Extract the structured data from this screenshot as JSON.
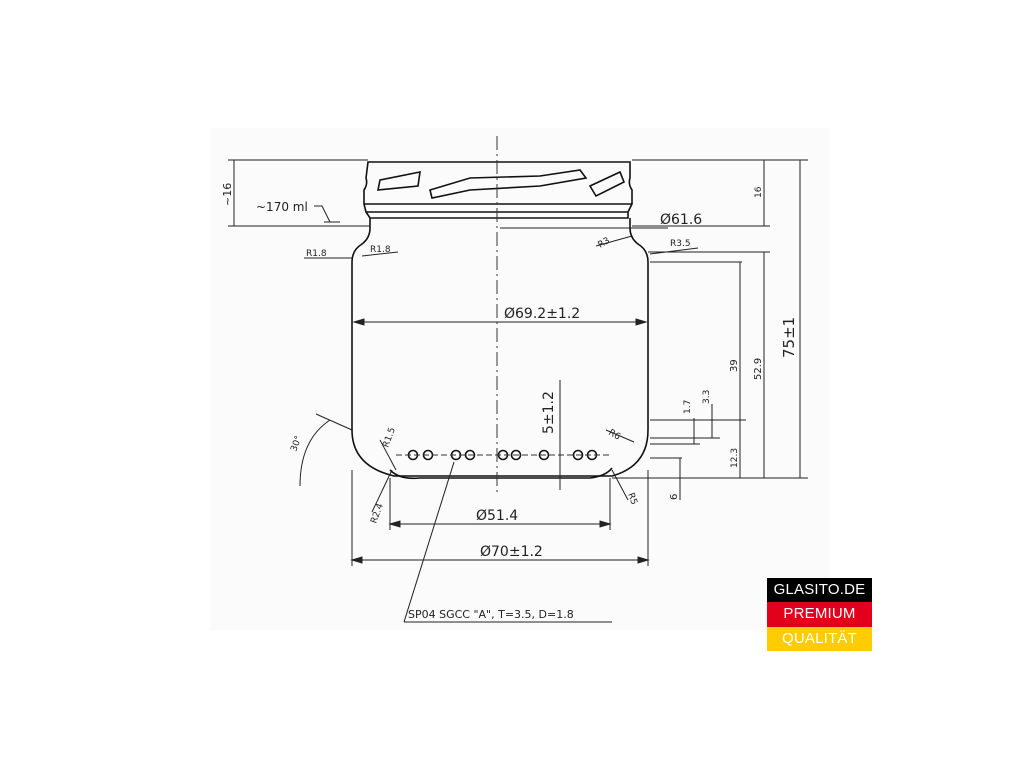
{
  "drawing": {
    "volume": "~170 ml",
    "height_top_left": "~16",
    "height_top_right": "16",
    "total_height": "75±1",
    "h_52_9": "52.9",
    "h_39": "39",
    "h_3_3": "3.3",
    "h_1_7": "1.7",
    "h_12_3": "12.3",
    "h_6": "6",
    "h_5": "5±1.2",
    "dia_top": "Ø61.6",
    "dia_body": "Ø69.2±1.2",
    "dia_base": "Ø51.4",
    "dia_bottom": "Ø70±1.2",
    "radius_1_8a": "R1.8",
    "radius_1_8b": "R1.8",
    "radius_3": "R3",
    "radius_3_5": "R3.5",
    "radius_6": "R6",
    "radius_1_5": "R1.5",
    "radius_2_4": "R2.4",
    "radius_5": "R5",
    "angle": "30°",
    "note": "SP04 SGCC \"A\", T=3.5, D=1.8"
  },
  "badge": {
    "line1": "GLASITO.DE",
    "line2": "PREMIUM",
    "line3": "QUALITÄT"
  }
}
